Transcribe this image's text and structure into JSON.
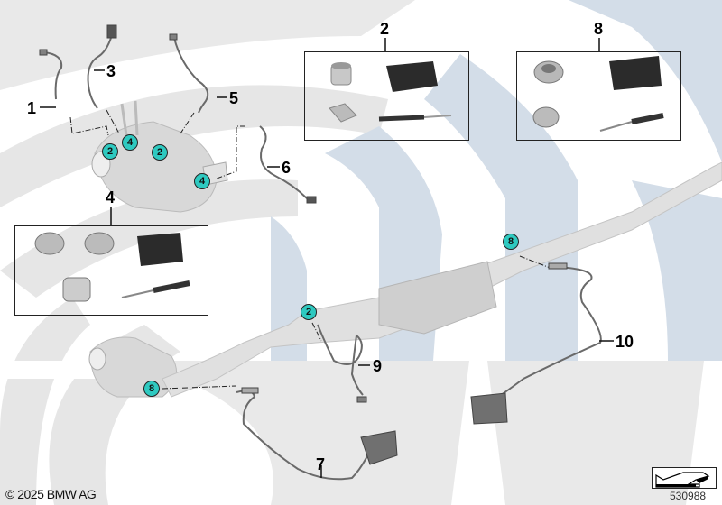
{
  "diagram": {
    "title": "Exhaust gas sensors and retrofit kits",
    "copyright": "© 2025 BMW AG",
    "reference_number": "530988",
    "colors": {
      "callout_fill": "#2ec9c0",
      "background_arc_gray": "#e6e6e6",
      "background_arc_blue": "#d3dde8",
      "part_gray": "#cfcfcf",
      "line": "#222222"
    },
    "part_labels": [
      {
        "id": "1",
        "text": "1",
        "description": "exhaust sensor (left)"
      },
      {
        "id": "2",
        "text": "2",
        "description": "repair kit box"
      },
      {
        "id": "3",
        "text": "3",
        "description": "sensor with connector"
      },
      {
        "id": "4",
        "text": "4",
        "description": "repair kit box"
      },
      {
        "id": "5",
        "text": "5",
        "description": "temperature sensor"
      },
      {
        "id": "6",
        "text": "6",
        "description": "sensor with plug"
      },
      {
        "id": "7",
        "text": "7",
        "description": "NOx sensor with control unit"
      },
      {
        "id": "8",
        "text": "8",
        "description": "repair kit box"
      },
      {
        "id": "9",
        "text": "9",
        "description": "temperature sensor"
      },
      {
        "id": "10",
        "text": "10",
        "description": "NOx sensor with control unit"
      }
    ],
    "callouts": [
      {
        "text": "2"
      },
      {
        "text": "4"
      },
      {
        "text": "2"
      },
      {
        "text": "4"
      },
      {
        "text": "8"
      },
      {
        "text": "2"
      },
      {
        "text": "8"
      }
    ],
    "kits": [
      {
        "label": "2",
        "items": [
          "weld-in bush",
          "hole saw",
          "screw plug",
          "drill bit with arbor"
        ]
      },
      {
        "label": "8",
        "items": [
          "weld-in nut",
          "hole saw",
          "hex socket plug",
          "drill bit with arbor"
        ]
      },
      {
        "label": "4",
        "items": [
          "weld-in ring",
          "weld-in ring",
          "hole saw",
          "screw plug",
          "drill bit with arbor"
        ]
      }
    ],
    "nav_icon": "arrow-navigation-icon"
  }
}
